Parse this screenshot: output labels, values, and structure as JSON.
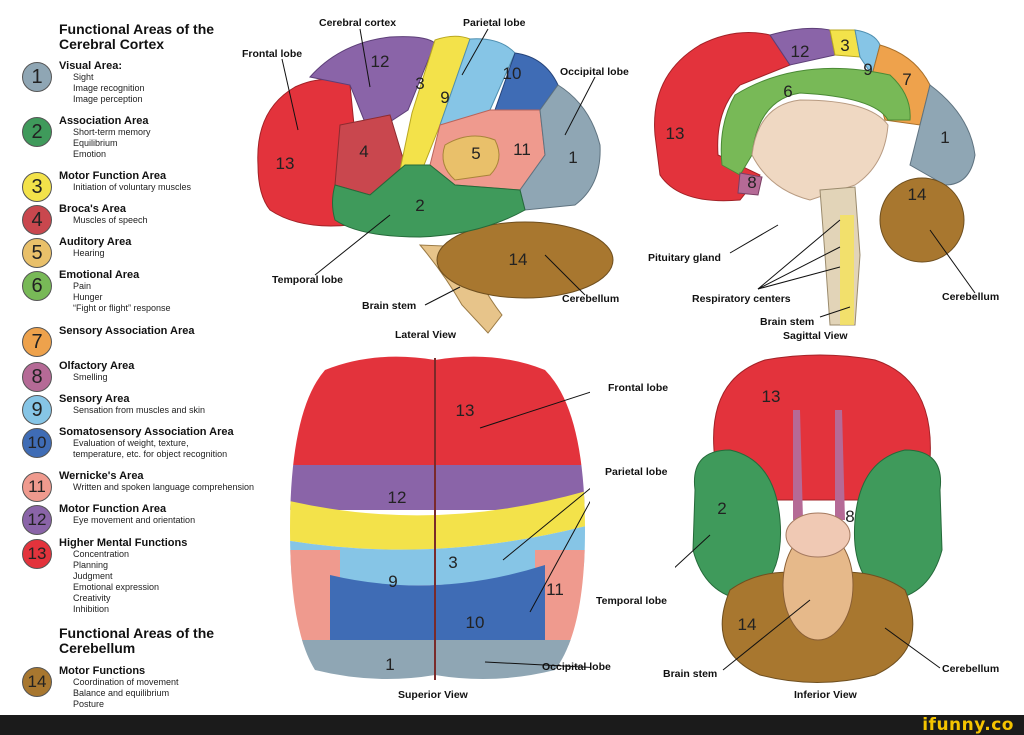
{
  "legend": {
    "cortex_title": "Functional Areas of the Cerebral Cortex",
    "cerebellum_title": "Functional Areas of the Cerebellum",
    "items": [
      {
        "num": "1",
        "color": "#8fa6b4",
        "title": "Visual Area:",
        "lines": [
          "Sight",
          "Image recognition",
          "Image perception"
        ]
      },
      {
        "num": "2",
        "color": "#3f9a5b",
        "title": "Association Area",
        "lines": [
          "Short-term memory",
          "Equilibrium",
          "Emotion"
        ]
      },
      {
        "num": "3",
        "color": "#f3e24a",
        "title": "Motor Function Area",
        "lines": [
          "Initiation of voluntary muscles"
        ]
      },
      {
        "num": "4",
        "color": "#c9474e",
        "title": "Broca's Area",
        "lines": [
          "Muscles of speech"
        ]
      },
      {
        "num": "5",
        "color": "#e9c06a",
        "title": "Auditory Area",
        "lines": [
          "Hearing"
        ]
      },
      {
        "num": "6",
        "color": "#78b957",
        "title": "Emotional Area",
        "lines": [
          "Pain",
          "Hunger",
          "“Fight or flight” response"
        ]
      },
      {
        "num": "7",
        "color": "#eea24c",
        "title": "Sensory Association Area",
        "lines": []
      },
      {
        "num": "8",
        "color": "#b56a96",
        "title": "Olfactory Area",
        "lines": [
          "Smelling"
        ]
      },
      {
        "num": "9",
        "color": "#86c5e6",
        "title": "Sensory Area",
        "lines": [
          "Sensation from muscles and skin"
        ]
      },
      {
        "num": "10",
        "color": "#3f6cb5",
        "title": "Somatosensory Association Area",
        "lines": [
          "Evaluation of weight, texture,",
          "temperature, etc. for object recognition"
        ]
      },
      {
        "num": "11",
        "color": "#ef9a8e",
        "title": "Wernicke's Area",
        "lines": [
          "Written and spoken language comprehension"
        ]
      },
      {
        "num": "12",
        "color": "#8a64a8",
        "title": "Motor Function Area",
        "lines": [
          "Eye movement and orientation"
        ]
      },
      {
        "num": "13",
        "color": "#e3333c",
        "title": "Higher Mental Functions",
        "lines": [
          "Concentration",
          "Planning",
          "Judgment",
          "Emotional expression",
          "Creativity",
          "Inhibition"
        ]
      },
      {
        "num": "14",
        "color": "#a8772f",
        "title": "Motor Functions",
        "lines": [
          "Coordination of movement",
          "Balance and equilibrium",
          "Posture"
        ]
      }
    ]
  },
  "lateral": {
    "title": "Lateral View",
    "labels": {
      "cerebral_cortex": "Cerebral cortex",
      "parietal_lobe": "Parietal lobe",
      "frontal_lobe": "Frontal lobe",
      "occipital_lobe": "Occipital lobe",
      "temporal_lobe": "Temporal lobe",
      "brain_stem": "Brain stem",
      "cerebellum": "Cerebellum"
    },
    "region_numbers": [
      "12",
      "10",
      "3",
      "9",
      "13",
      "4",
      "5",
      "11",
      "1",
      "2",
      "14"
    ]
  },
  "sagittal": {
    "title": "Sagittal View",
    "labels": {
      "pituitary_gland": "Pituitary gland",
      "respiratory_centers": "Respiratory centers",
      "brain_stem": "Brain stem",
      "cerebellum": "Cerebellum"
    },
    "region_numbers": [
      "12",
      "3",
      "9",
      "7",
      "6",
      "13",
      "1",
      "8",
      "14"
    ]
  },
  "superior": {
    "title": "Superior View",
    "labels": {
      "frontal_lobe": "Frontal lobe",
      "parietal_lobe": "Parietal lobe",
      "occipital_lobe": "Occipital lobe"
    },
    "region_numbers": [
      "13",
      "12",
      "3",
      "9",
      "11",
      "10",
      "1"
    ]
  },
  "inferior": {
    "title": "Inferior View",
    "labels": {
      "temporal_lobe": "Temporal lobe",
      "brain_stem": "Brain stem",
      "cerebellum": "Cerebellum"
    },
    "region_numbers": [
      "13",
      "2",
      "8",
      "14"
    ]
  },
  "footer": {
    "logo": "ifunny.co"
  }
}
